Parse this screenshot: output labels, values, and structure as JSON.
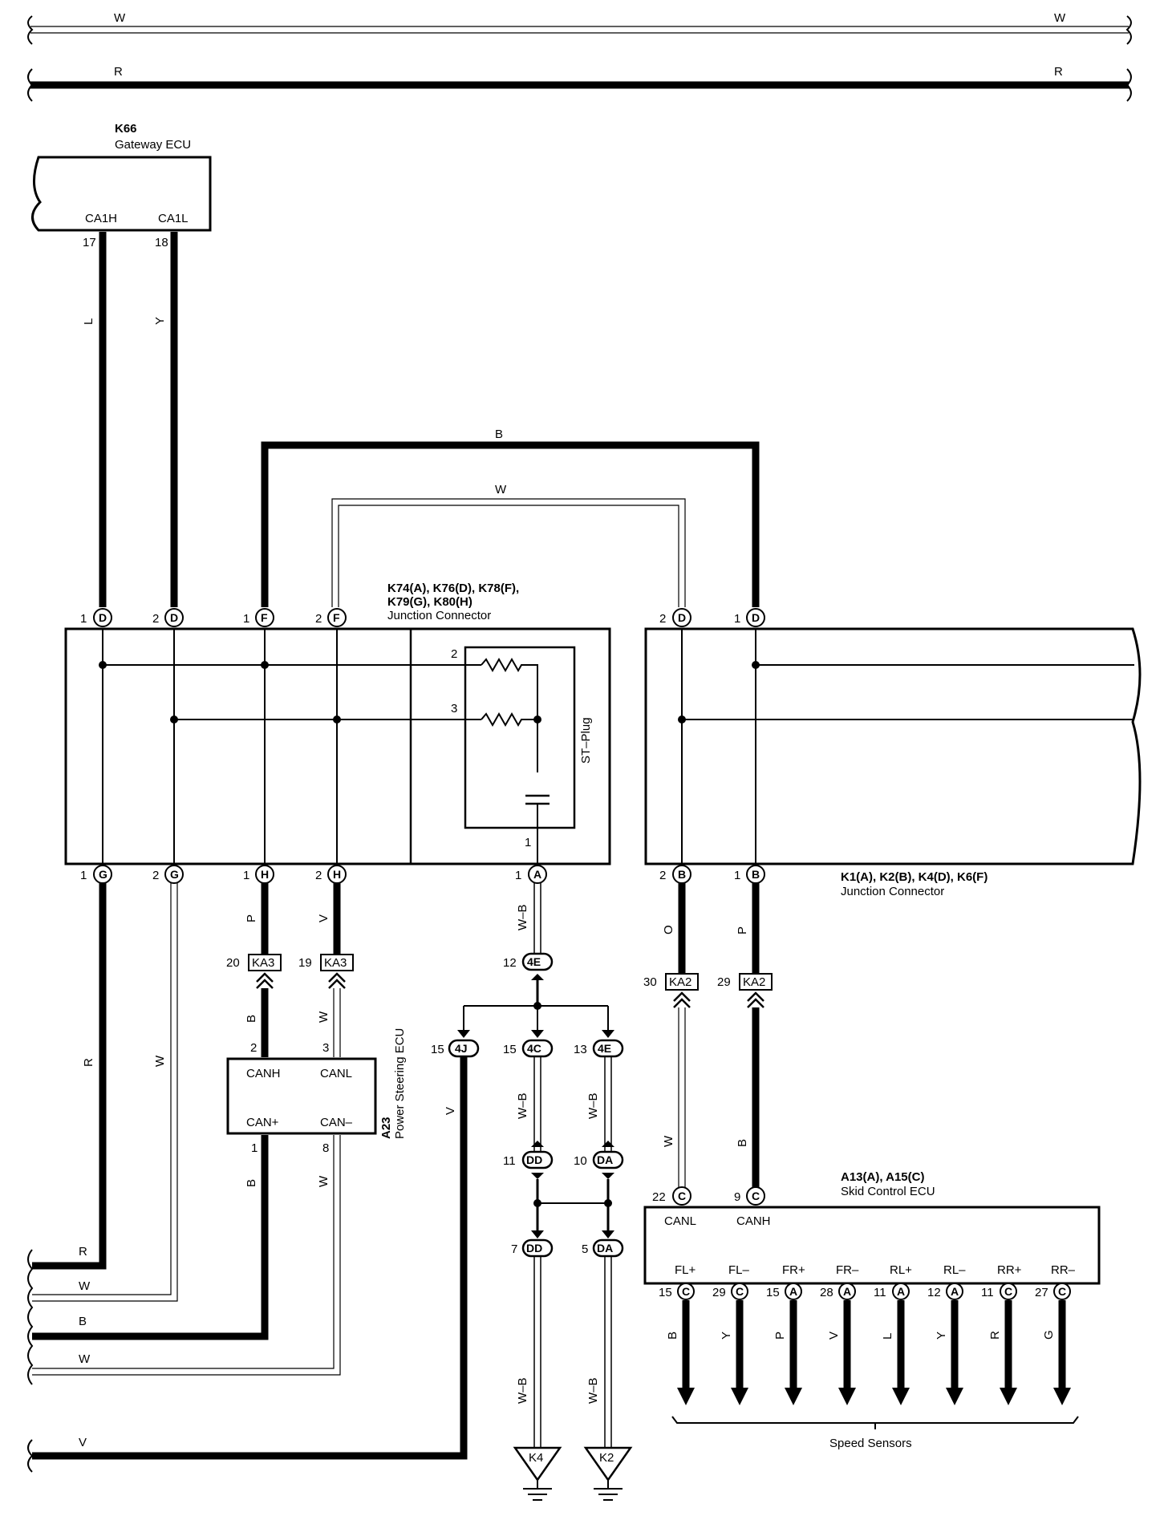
{
  "top_buses": {
    "w_left": "W",
    "w_right": "W",
    "r_left": "R",
    "r_right": "R"
  },
  "gateway_ecu": {
    "id": "K66",
    "name": "Gateway ECU",
    "pin_ca1h": "CA1H",
    "pin_ca1l": "CA1L",
    "num_ca1h": "17",
    "num_ca1l": "18"
  },
  "junction_left": {
    "line1": "K74(A), K76(D), K78(F),",
    "line2": "K79(G), K80(H)",
    "name": "Junction Connector",
    "st_plug": "ST–Plug",
    "internal_pins": [
      "2",
      "3",
      "1"
    ]
  },
  "junction_right": {
    "line1": "K1(A), K2(B), K4(D), K6(F)",
    "name": "Junction Connector"
  },
  "power_steering": {
    "id": "A23",
    "name": "Power Steering ECU",
    "canh": "CANH",
    "canl": "CANL",
    "canp": "CAN+",
    "canm": "CAN–",
    "pin2": "2",
    "pin3": "3",
    "pin1": "1",
    "pin8": "8"
  },
  "skid_ecu": {
    "id": "A13(A), A15(C)",
    "name": "Skid Control ECU",
    "canl": "CANL",
    "canh": "CANH",
    "sensor_pins": [
      "FL+",
      "FL–",
      "FR+",
      "FR–",
      "RL+",
      "RL–",
      "RR+",
      "RR–"
    ],
    "sensor_nums": [
      "15",
      "29",
      "15",
      "28",
      "11",
      "12",
      "11",
      "27"
    ],
    "sensor_conns": [
      "C",
      "C",
      "A",
      "A",
      "A",
      "A",
      "C",
      "C"
    ],
    "sensor_wires": [
      "B",
      "Y",
      "P",
      "V",
      "L",
      "Y",
      "R",
      "G"
    ],
    "speed_sensors": "Speed Sensors"
  },
  "connectors": {
    "ka3": "KA3",
    "ka2": "KA2",
    "c4e": "4E",
    "c4j": "4J",
    "c4c": "4C",
    "cdd": "DD",
    "cda": "DA"
  },
  "grounds": {
    "k4": "K4",
    "k2": "K2"
  },
  "wire_colors": {
    "L": "L",
    "Y": "Y",
    "B": "B",
    "W": "W",
    "P": "P",
    "V": "V",
    "R": "R",
    "O": "O",
    "WB": "W–B"
  },
  "numbers": {
    "n1": "1",
    "n2": "2",
    "n3": "3",
    "n5": "5",
    "n7": "7",
    "n9": "9",
    "n10": "10",
    "n11": "11",
    "n12": "12",
    "n13": "13",
    "n15": "15",
    "n19": "19",
    "n20": "20",
    "n22": "22",
    "n29": "29",
    "n30": "30"
  },
  "pin_letters": {
    "D": "D",
    "F": "F",
    "G": "G",
    "H": "H",
    "A": "A",
    "B": "B",
    "C": "C"
  }
}
